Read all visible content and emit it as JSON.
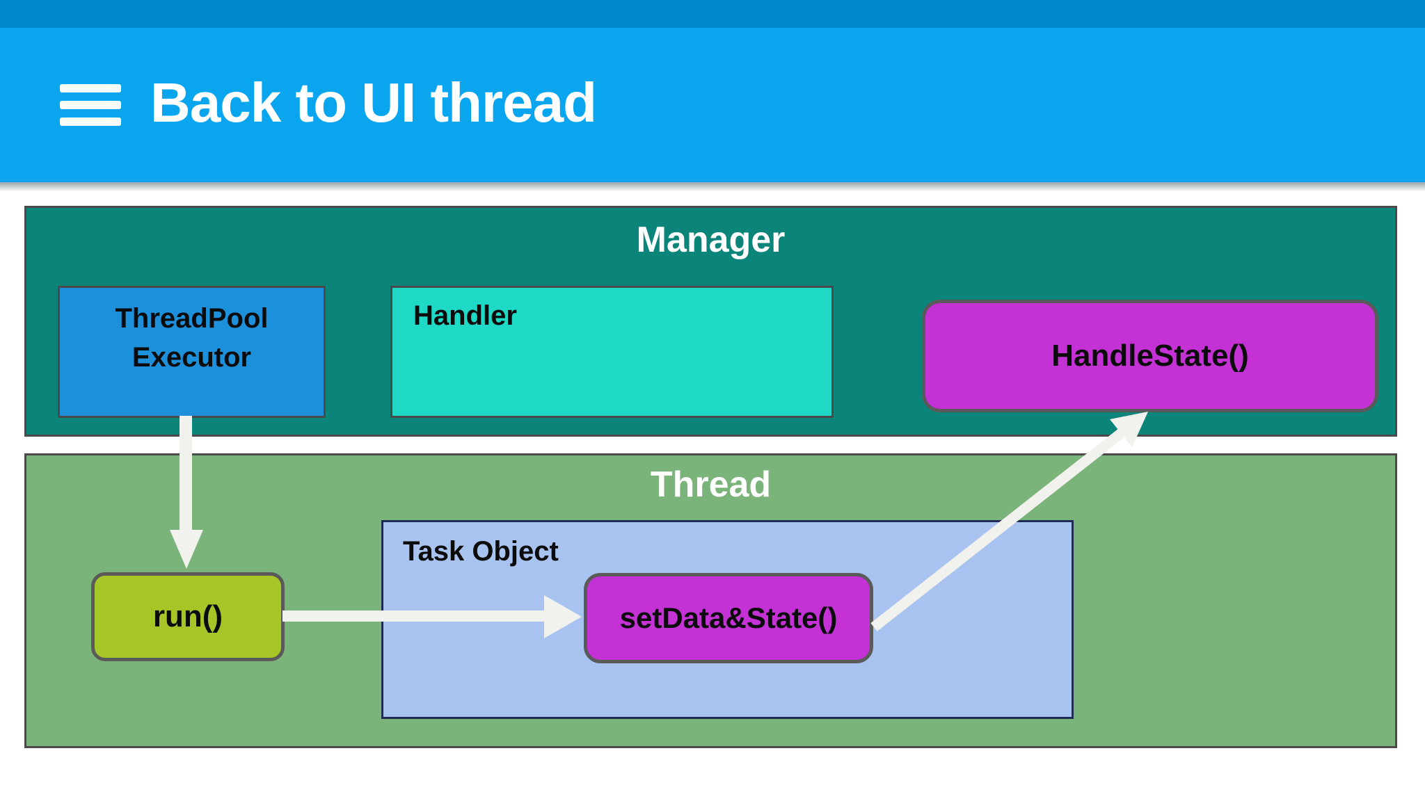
{
  "header": {
    "title": "Back to UI thread",
    "menu_icon": "hamburger-menu-icon"
  },
  "diagram": {
    "manager": {
      "title": "Manager",
      "threadpool": {
        "label_line1": "ThreadPool",
        "label_line2": "Executor"
      },
      "handler": {
        "label": "Handler"
      },
      "handle_state": {
        "label": "HandleState()"
      }
    },
    "thread": {
      "title": "Thread",
      "task_object": {
        "label": "Task Object"
      },
      "run": {
        "label": "run()"
      },
      "set_data_state": {
        "label": "setData&State()"
      }
    },
    "arrows": [
      {
        "from": "ThreadPool Executor",
        "to": "run()"
      },
      {
        "from": "run()",
        "to": "setData&State()"
      },
      {
        "from": "setData&State()",
        "to": "HandleState()"
      }
    ]
  },
  "colors": {
    "status_bar": "#0289CD",
    "app_bar": "#0AA5EF",
    "manager_fill": "#0B8479",
    "thread_fill": "#7BB47A",
    "threadpool_fill": "#1C90DA",
    "handler_fill": "#1FD9C7",
    "method_magenta_fill": "#C432D6",
    "task_object_fill": "#A9C3F0",
    "task_object_border": "#1D2B55",
    "run_fill": "#A6C527",
    "arrow": "#F1F1EE",
    "box_border": "#4A4A4A"
  }
}
